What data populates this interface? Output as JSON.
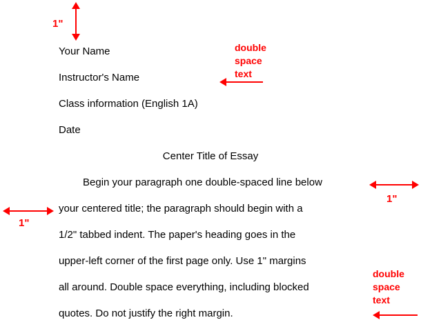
{
  "colors": {
    "annotation_red": "#ff0000",
    "text_black": "#000000",
    "background": "#ffffff"
  },
  "heading": {
    "lines": [
      "Your Name",
      "Instructor's Name",
      "Class information (English 1A)",
      "Date"
    ]
  },
  "title": "Center Title of Essay",
  "paragraph": {
    "lines": [
      "Begin your paragraph one double-spaced line below",
      "your centered title; the paragraph should begin with a",
      "1/2\" tabbed indent. The paper's heading goes in the",
      "upper-left corner of the first page only. Use 1\" margins",
      "all around. Double space everything, including blocked",
      "quotes. Do not justify the right margin."
    ]
  },
  "annotations": {
    "top_margin": "1\"",
    "left_margin": "1\"",
    "right_margin": "1\"",
    "double_space_top": "double space text",
    "double_space_bottom": "double space text",
    "icons": [
      "vertical-double-arrow",
      "horizontal-double-arrow",
      "left-arrow"
    ]
  }
}
